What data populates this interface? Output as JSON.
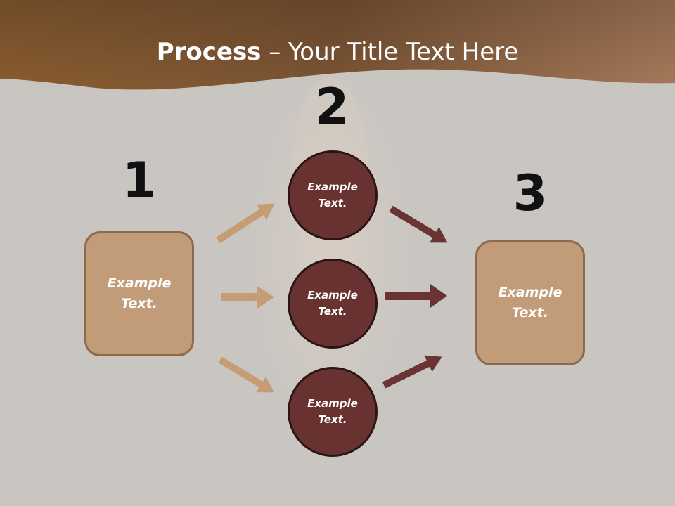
{
  "title": {
    "strong": "Process",
    "rest": " – Your Title Text Here"
  },
  "steps": [
    {
      "number": "1",
      "text": "Example Text."
    },
    {
      "number": "2",
      "text": "Example Text."
    },
    {
      "number": "3",
      "text": "Example Text."
    }
  ],
  "circles": [
    {
      "text": "Example Text."
    },
    {
      "text": "Example Text."
    },
    {
      "text": "Example Text."
    }
  ],
  "colors": {
    "header_brown": "#a3703f",
    "box_tan": "#c29c78",
    "box_border": "#8b6a4d",
    "circle_fill": "#683231",
    "arrow_light": "#c69c74",
    "arrow_dark": "#6a3434",
    "background": "#c9c5c1"
  }
}
